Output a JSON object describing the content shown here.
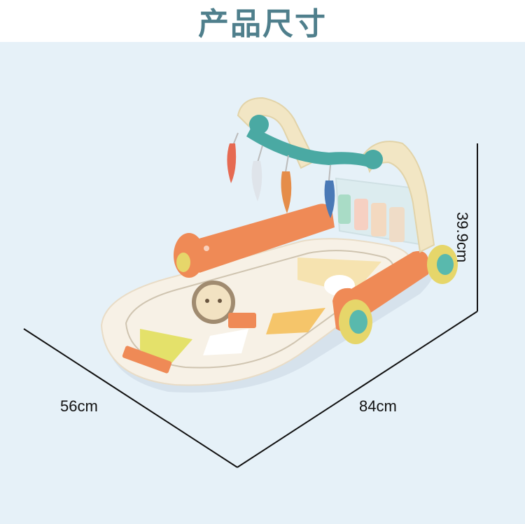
{
  "header": {
    "title": "产品尺寸"
  },
  "dimensions": {
    "width_label": "56cm",
    "length_label": "84cm",
    "height_label": "39.9cm"
  },
  "product": {
    "icon": "baby-play-gym-piano-mat",
    "colors": {
      "mat": "#f7f1e6",
      "frame_orange": "#ef8a56",
      "arch_cream": "#f2e6c4",
      "arch_teal": "#4aa9a3",
      "wheel_yellow": "#e6d66a",
      "wheel_teal": "#59b9ad",
      "accent_yellow": "#f4c653"
    }
  },
  "colors": {
    "title": "#4f7f8c",
    "panel_background": "#e6f1f8",
    "dimension_lines": "#111111"
  }
}
